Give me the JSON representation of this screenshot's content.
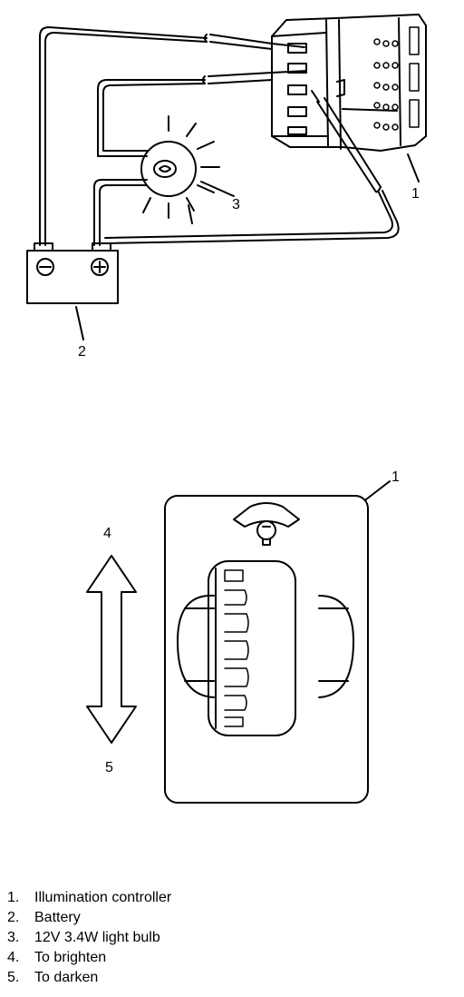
{
  "figure1": {
    "callouts": [
      "1",
      "2",
      "3"
    ]
  },
  "figure2": {
    "callouts": [
      "1",
      "4",
      "5"
    ]
  },
  "legend": [
    {
      "num": "1.",
      "text": "Illumination controller"
    },
    {
      "num": "2.",
      "text": "Battery"
    },
    {
      "num": "3.",
      "text": "12V 3.4W light bulb"
    },
    {
      "num": "4.",
      "text": "To brighten"
    },
    {
      "num": "5.",
      "text": "To darken"
    }
  ]
}
